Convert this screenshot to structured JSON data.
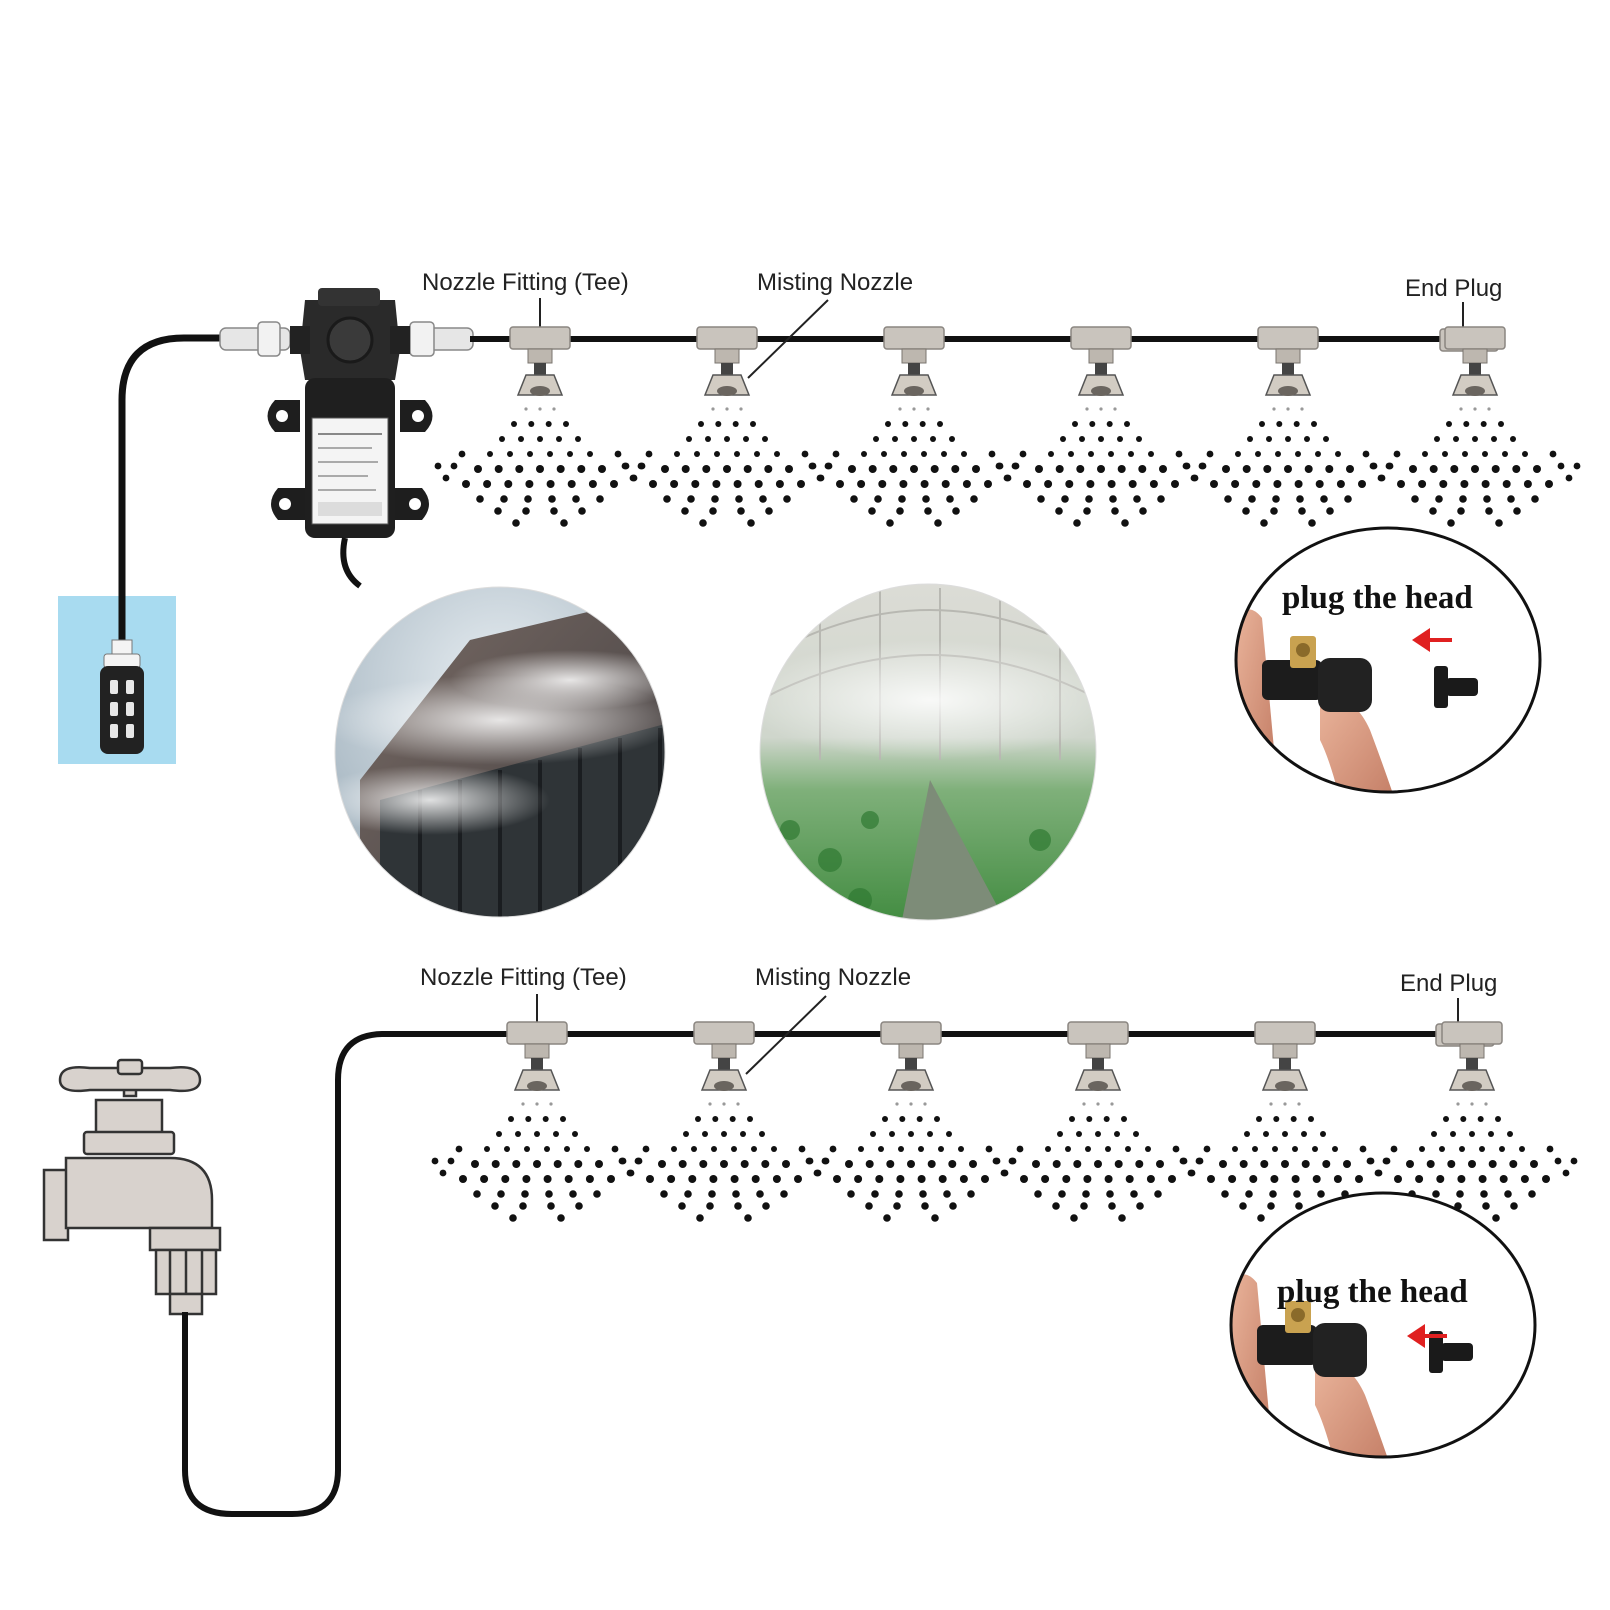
{
  "system_top": {
    "label_tee": "Nozzle Fitting (Tee)",
    "label_nozzle": "Misting Nozzle",
    "label_end": "End Plug",
    "nozzle_count": 6
  },
  "system_bottom": {
    "label_tee": "Nozzle Fitting (Tee)",
    "label_nozzle": "Misting Nozzle",
    "label_end": "End Plug",
    "nozzle_count": 6
  },
  "inset_top": {
    "caption": "plug the head"
  },
  "inset_bottom": {
    "caption": "plug the head"
  },
  "photos": [
    {
      "subject": "building-misting-photo"
    },
    {
      "subject": "greenhouse-misting-photo"
    }
  ],
  "colors": {
    "hose": "#111111",
    "tee": "#c9c4bd",
    "nozzle": "#cfc9c0",
    "brass": "#c9a250",
    "water_container": "#a8dbf0",
    "faucet": "#d8d2cd",
    "arrow": "#e02020"
  }
}
